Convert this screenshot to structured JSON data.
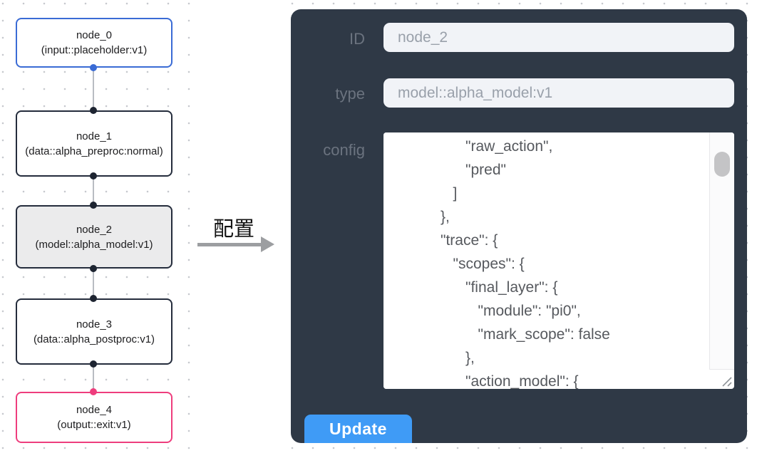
{
  "colors": {
    "node_blue": "#3a6bd5",
    "node_pink": "#ee3d7d",
    "handle_dark": "#1d2431",
    "edge_gray": "#b9bcc2",
    "panel_bg": "#2f3946",
    "button_blue": "#3f9bf6"
  },
  "flow": {
    "nodes": [
      {
        "title": "node_0",
        "subtitle": "(input::placeholder:v1)"
      },
      {
        "title": "node_1",
        "subtitle": "(data::alpha_preproc:normal)"
      },
      {
        "title": "node_2",
        "subtitle": "(model::alpha_model:v1)"
      },
      {
        "title": "node_3",
        "subtitle": "(data::alpha_postproc:v1)"
      },
      {
        "title": "node_4",
        "subtitle": "(output::exit:v1)"
      }
    ]
  },
  "annotation": {
    "label": "配置"
  },
  "panel": {
    "id_label": "ID",
    "id_value": "node_2",
    "type_label": "type",
    "type_value": "model::alpha_model:v1",
    "config_label": "config",
    "config_value": "                  \"raw_action\",\n                  \"pred\"\n               ]\n            },\n            \"trace\": {\n               \"scopes\": {\n                  \"final_layer\": {\n                     \"module\": \"pi0\",\n                     \"mark_scope\": false\n                  },\n                  \"action_model\": {",
    "update_label": "Update"
  }
}
